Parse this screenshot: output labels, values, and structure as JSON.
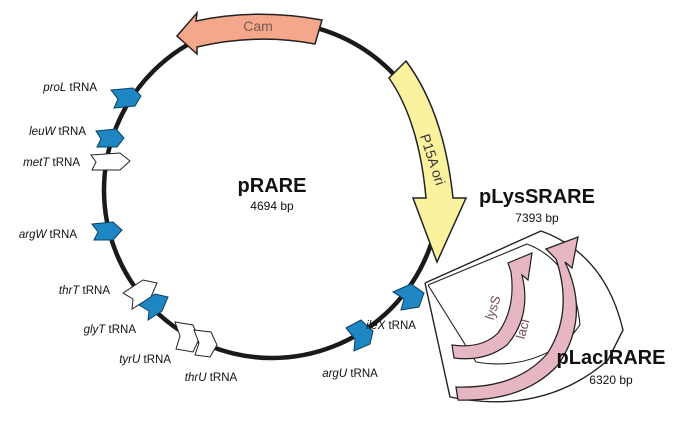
{
  "plasmids": {
    "prare": {
      "name": "pRARE",
      "size": "4694 bp"
    },
    "plyssrare": {
      "name": "pLysSRARE",
      "size": "7393 bp"
    },
    "placirare": {
      "name": "pLacIRARE",
      "size": "6320 bp"
    }
  },
  "genes": {
    "cam": "Cam",
    "p15a": "P15A ori",
    "lyss": "lysS",
    "laci": "lacI"
  },
  "trnas": {
    "prol": {
      "gene": "proL",
      "suffix": " tRNA"
    },
    "leuw": {
      "gene": "leuW",
      "suffix": " tRNA"
    },
    "mett": {
      "gene": "metT",
      "suffix": " tRNA"
    },
    "argw": {
      "gene": "argW",
      "suffix": " tRNA"
    },
    "thrt": {
      "gene": "thrT",
      "suffix": " tRNA"
    },
    "glyt": {
      "gene": "glyT",
      "suffix": " tRNA"
    },
    "tyru": {
      "gene": "tyrU",
      "suffix": " tRNA"
    },
    "thru": {
      "gene": "thrU",
      "suffix": " tRNA"
    },
    "argu": {
      "gene": "argU",
      "suffix": " tRNA"
    },
    "ilex": {
      "gene": "ileX",
      "suffix": " tRNA"
    }
  },
  "colors": {
    "cam": "#f4a78a",
    "p15a": "#fbf2a0",
    "lacI": "#e6b6c2",
    "trna_blue": "#1f86c4",
    "trna_white": "#ffffff",
    "backbone": "#1a1a1a"
  }
}
